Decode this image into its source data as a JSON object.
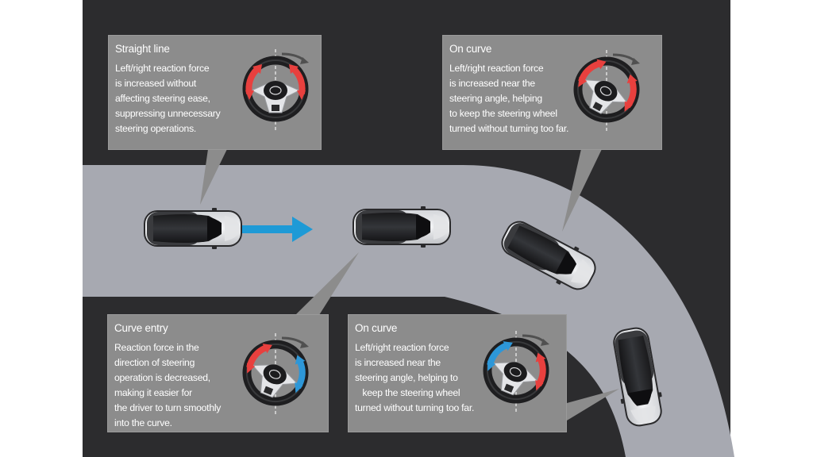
{
  "colors": {
    "background_dark": "#2c2c2e",
    "road": "#a7a9b1",
    "callout": "#8c8c8c",
    "arrow_blue": "#1e9ad6",
    "force_red": "#e8403e",
    "force_blue": "#2d97d8",
    "text": "#ffffff"
  },
  "callouts": [
    {
      "id": "straight",
      "title": "Straight line",
      "lines": [
        "Left/right reaction force",
        "is increased without",
        "affecting steering ease,",
        "suppressing unnecessary",
        "steering operations."
      ]
    },
    {
      "id": "curve-entry",
      "title": "Curve entry",
      "lines": [
        "Reaction force in the",
        "direction of steering",
        "operation is decreased,",
        "making it easier for",
        "the driver to turn smoothly",
        "into the curve."
      ]
    },
    {
      "id": "on-curve-top",
      "title": "On curve",
      "lines": [
        "Left/right reaction force",
        "is increased near the",
        "steering angle, helping",
        "to keep the steering wheel",
        "turned without turning too far."
      ]
    },
    {
      "id": "on-curve-bottom",
      "title": "On curve",
      "lines": [
        "Left/right reaction force",
        "is increased near the",
        "steering angle, helping to",
        "   keep the steering wheel",
        "turned without turning too far."
      ]
    }
  ],
  "icons": {
    "car": "car-top-view-icon",
    "wheel": "steering-wheel-icon",
    "arrow": "direction-arrow-icon"
  }
}
